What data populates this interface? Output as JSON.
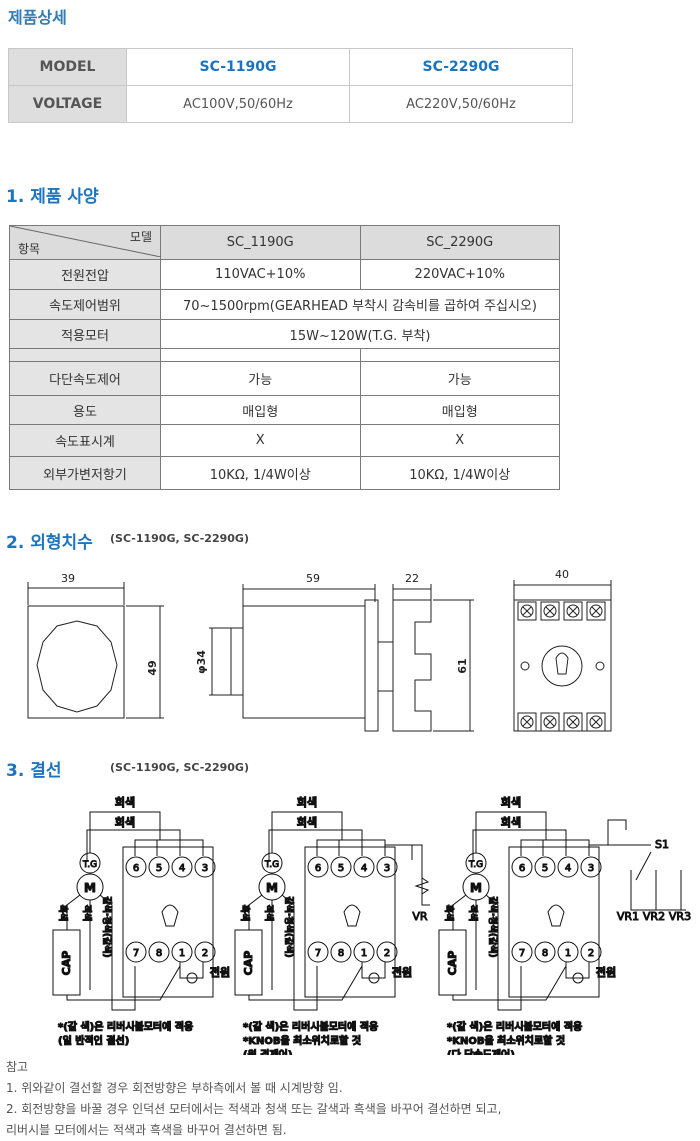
{
  "page_title": "제품상세",
  "overview_table": {
    "rows": [
      {
        "label": "MODEL",
        "values": [
          "SC-1190G",
          "SC-2290G"
        ]
      },
      {
        "label": "VOLTAGE",
        "values": [
          "AC100V,50/60Hz",
          "AC220V,50/60Hz"
        ]
      }
    ]
  },
  "spec_section": {
    "title": "1. 제품 사양",
    "corner_top": "모델",
    "corner_bottom": "항목",
    "models": [
      "SC_1190G",
      "SC_2290G"
    ],
    "rows": [
      {
        "label": "전원전압",
        "values": [
          "110VAC+10%",
          "220VAC+10%"
        ]
      },
      {
        "label": "속도제어범위",
        "merged": "70~1500rpm(GEARHEAD 부착시 감속비를 곱하여 주십시오)"
      },
      {
        "label": "적용모터",
        "merged": "15W~120W(T.G. 부착)"
      },
      {
        "label": "",
        "values": [
          "",
          ""
        ]
      },
      {
        "label": "다단속도제어",
        "values": [
          "가능",
          "가능"
        ]
      },
      {
        "label": "용도",
        "values": [
          "매입형",
          "매입형"
        ]
      },
      {
        "label": "속도표시계",
        "values": [
          "X",
          "X"
        ]
      },
      {
        "label": "외부가변저항기",
        "values": [
          "10KΩ, 1/4W이상",
          "10KΩ, 1/4W이상"
        ]
      }
    ]
  },
  "dimension_section": {
    "title": "2. 외형치수",
    "subtitle": "(SC-1190G, SC-2290G)",
    "dims": {
      "front_width": "39",
      "front_height": "49",
      "side_body": "59",
      "side_socket": "22",
      "side_dia": "φ34",
      "side_height": "61",
      "socket_width": "40"
    }
  },
  "wiring_section": {
    "title": "3. 결선",
    "subtitle": "(SC-1190G, SC-2290G)",
    "wire_gray": "회색",
    "tg": "T.G",
    "motor": "M",
    "cap": "CAP",
    "wire_black": "흑색",
    "wire_red": "적색",
    "wire_brown": "갈색·청색(갈색)",
    "power": "전원",
    "top_terminals": [
      "6",
      "5",
      "4",
      "3"
    ],
    "bottom_terminals": [
      "7",
      "8",
      "1",
      "2"
    ],
    "vr": "VR",
    "s1": "S1",
    "vr_multi": [
      "VR1",
      "VR2",
      "VR3"
    ],
    "diagrams": [
      {
        "notes": [
          "*(갈 색)은 리버시블모터에 적용",
          "(일 반적인 결선)"
        ]
      },
      {
        "notes": [
          "*(갈 색)은 리버시블모터에 적용",
          "*KNOB을 최소위치로할 것",
          "(원 격제어)"
        ]
      },
      {
        "notes": [
          "*(갈 색)은 리버시블모터에 적용",
          "*KNOB을 최소위치로할 것",
          "(다 단속도제어)"
        ]
      }
    ]
  },
  "reference": {
    "title": "참고",
    "lines": [
      "1. 위와같이 결선할 경우 회전방향은 부하측에서 볼 때 시계방향 임.",
      "2. 회전방향을 바꿀 경우 인덕션 모터에서는 적색과 청색 또는 갈색과 흑색을 바꾸어 결선하면 되고,",
      "리버시블 모터에서는 적색과 흑색을 바꾸어 결선하면 됨."
    ]
  },
  "colors": {
    "heading": "#1f74c0",
    "model_text": "#1c73bf",
    "header_bg": "#dcdcdc"
  }
}
